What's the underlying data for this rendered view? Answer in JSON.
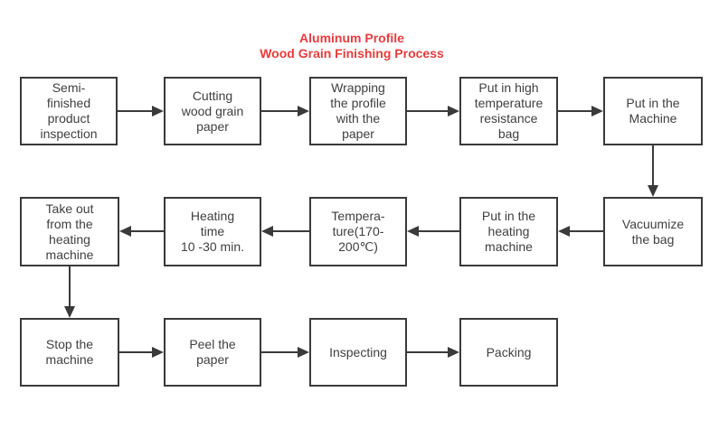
{
  "title": {
    "line1": "Aluminum Profile",
    "line2": "Wood Grain Finishing Process"
  },
  "colors": {
    "title": "#e93b3d",
    "box_border": "#3a3a3a",
    "box_text": "#404040",
    "arrow": "#3a3a3a",
    "background": "#ffffff"
  },
  "flowchart": {
    "type": "process-flow",
    "nodes": [
      {
        "id": "semi-finished-product-inspection",
        "label": "Semi-\nfinished\nproduct\ninspection"
      },
      {
        "id": "cutting-wood-grain-paper",
        "label": "Cutting\nwood grain\npaper"
      },
      {
        "id": "wrapping-profile-with-paper",
        "label": "Wrapping\nthe profile\nwith the\npaper"
      },
      {
        "id": "put-in-high-temperature-resistance-bag",
        "label": "Put in high\ntemperature\nresistance\nbag"
      },
      {
        "id": "put-in-the-machine",
        "label": "Put in the\nMachine"
      },
      {
        "id": "vacuumize-the-bag",
        "label": "Vacuumize\nthe bag"
      },
      {
        "id": "put-in-heating-machine",
        "label": "Put in the\nheating\nmachine"
      },
      {
        "id": "temperature-170-200c",
        "label": "Tempera-\nture(170-\n200℃)"
      },
      {
        "id": "heating-time-10-30-min",
        "label": "Heating\ntime\n10 -30 min."
      },
      {
        "id": "take-out-from-heating-machine",
        "label": "Take out\nfrom the\nheating\nmachine"
      },
      {
        "id": "stop-the-machine",
        "label": "Stop the\nmachine"
      },
      {
        "id": "peel-the-paper",
        "label": "Peel the\npaper"
      },
      {
        "id": "inspecting",
        "label": "Inspecting"
      },
      {
        "id": "packing",
        "label": "Packing"
      }
    ],
    "edges": [
      {
        "from": "semi-finished-product-inspection",
        "to": "cutting-wood-grain-paper",
        "direction": "right"
      },
      {
        "from": "cutting-wood-grain-paper",
        "to": "wrapping-profile-with-paper",
        "direction": "right"
      },
      {
        "from": "wrapping-profile-with-paper",
        "to": "put-in-high-temperature-resistance-bag",
        "direction": "right"
      },
      {
        "from": "put-in-high-temperature-resistance-bag",
        "to": "put-in-the-machine",
        "direction": "right"
      },
      {
        "from": "put-in-the-machine",
        "to": "vacuumize-the-bag",
        "direction": "down"
      },
      {
        "from": "vacuumize-the-bag",
        "to": "put-in-heating-machine",
        "direction": "left"
      },
      {
        "from": "put-in-heating-machine",
        "to": "temperature-170-200c",
        "direction": "left"
      },
      {
        "from": "temperature-170-200c",
        "to": "heating-time-10-30-min",
        "direction": "left"
      },
      {
        "from": "heating-time-10-30-min",
        "to": "take-out-from-heating-machine",
        "direction": "left"
      },
      {
        "from": "take-out-from-heating-machine",
        "to": "stop-the-machine",
        "direction": "down"
      },
      {
        "from": "stop-the-machine",
        "to": "peel-the-paper",
        "direction": "right"
      },
      {
        "from": "peel-the-paper",
        "to": "inspecting",
        "direction": "right"
      },
      {
        "from": "inspecting",
        "to": "packing",
        "direction": "right"
      }
    ]
  }
}
